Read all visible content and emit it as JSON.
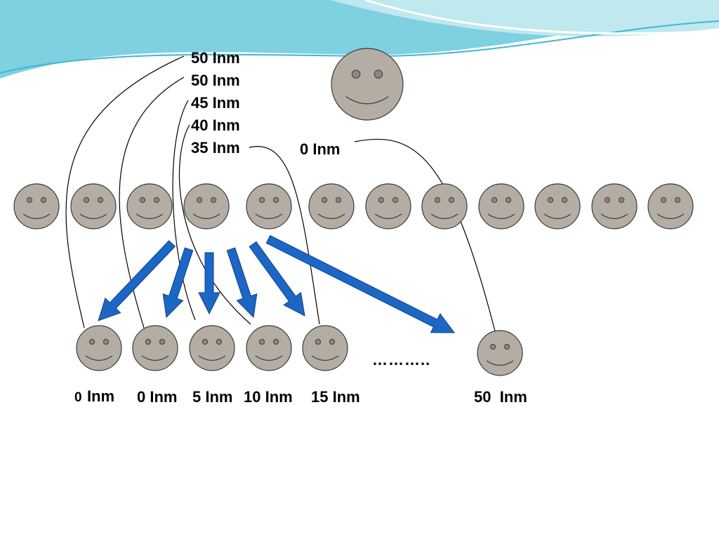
{
  "colors": {
    "face_fill": "#b3ada3",
    "face_stroke": "#3a3a3a",
    "arrow_fill": "#1c67c6",
    "arrow_stroke": "#0f3f86",
    "wave_light": "#bfe8ef",
    "wave_mid": "#7fd0e1",
    "wave_dark": "#3fb7d3"
  },
  "icons": {
    "face": "smiley-face-icon",
    "arrow": "arrow-icon"
  },
  "labels": {
    "top_stack": [
      "50 Inm",
      "50 Inm",
      "45 Inm",
      "40 Inm",
      "35 Inm"
    ],
    "top_face": "0 Inm",
    "bottom_first_prefix": "0",
    "bottom_first_suffix": "Inm",
    "bottom": [
      "0 Inm",
      "5 Inm",
      "10 Inm",
      "15 Inm"
    ],
    "bottom_last": "50  Inm",
    "ellipsis": "……….."
  }
}
